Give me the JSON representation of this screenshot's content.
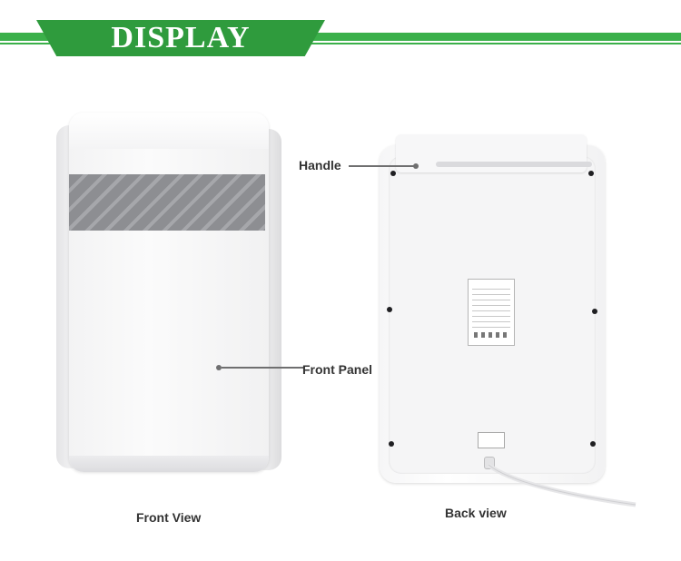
{
  "header": {
    "title": "DISPLAY",
    "accent_color": "#3bb04a"
  },
  "front": {
    "callout_label": "Front Panel",
    "caption": "Front  View"
  },
  "back": {
    "callout_label": "Handle",
    "caption": "Back view"
  }
}
